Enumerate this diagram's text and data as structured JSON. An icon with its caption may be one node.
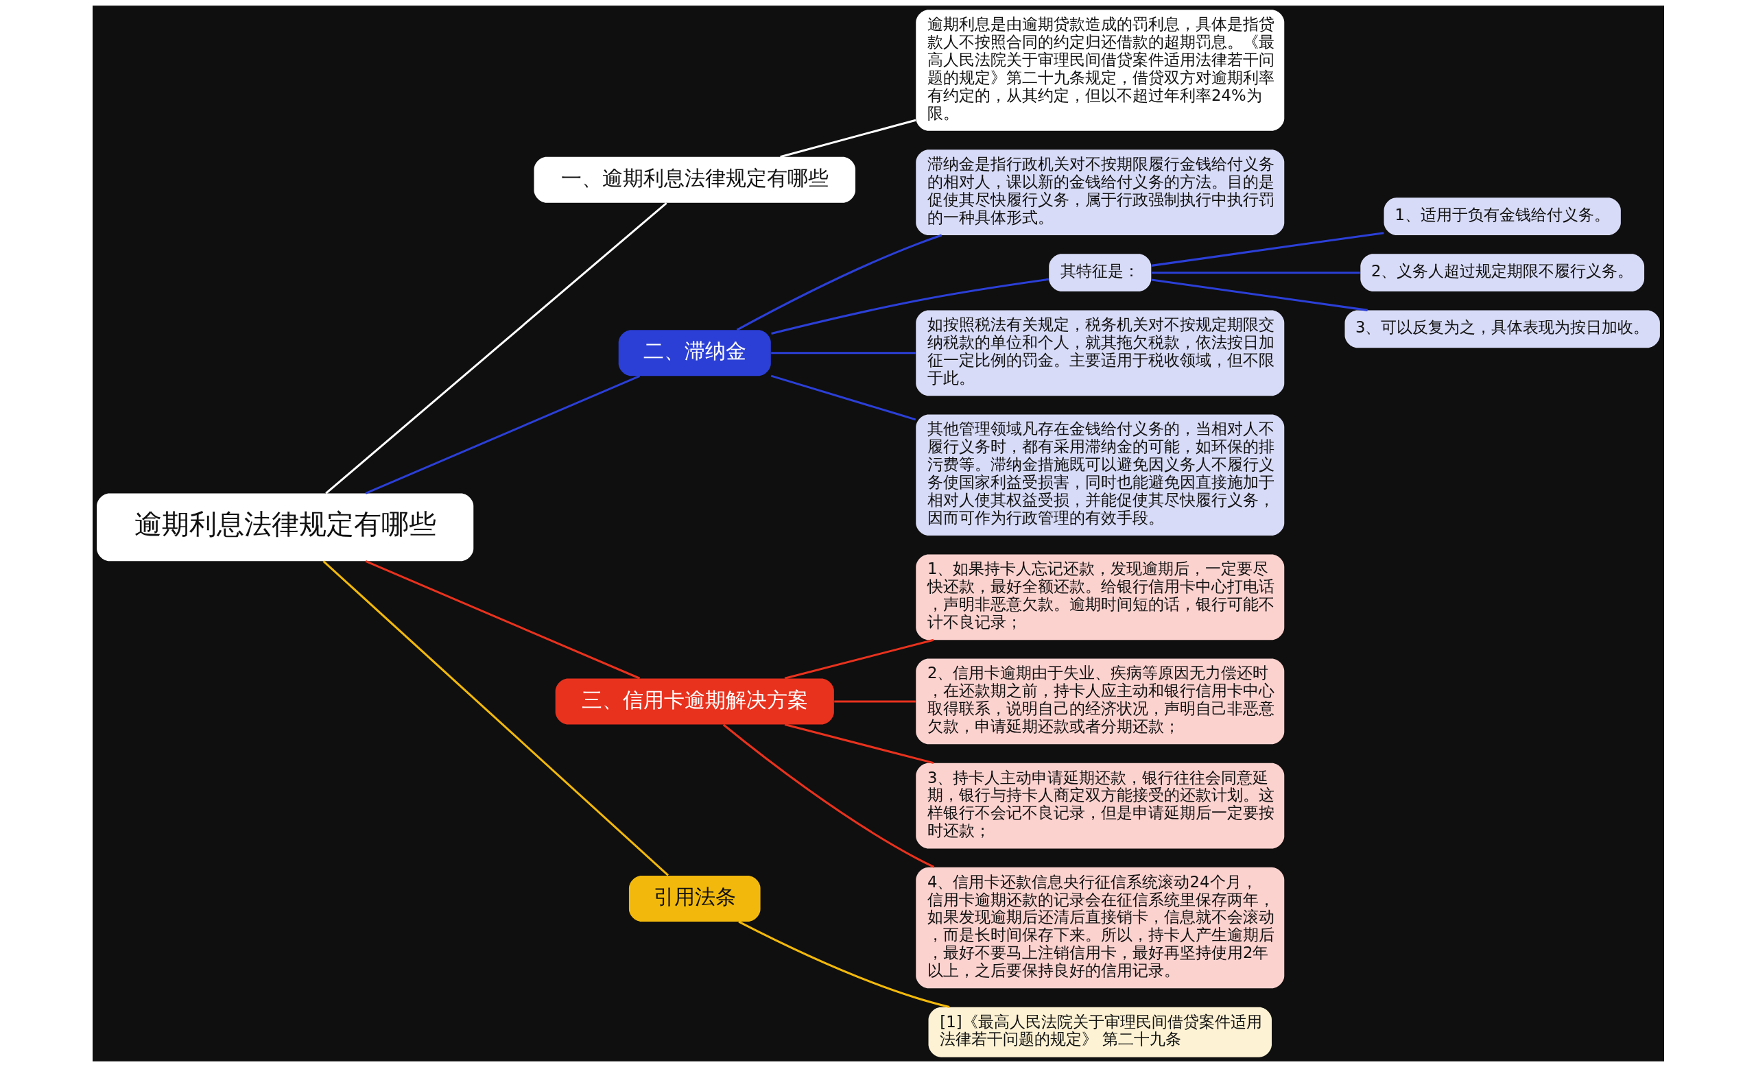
{
  "diagram": {
    "nodes": [
      {
        "text": [
          "逾期利息法律规定有哪些"
        ]
      },
      {
        "text": [
          "一、逾期利息法律规定有哪些"
        ]
      },
      {
        "text": [
          "逾期利息是由逾期贷款造成的罚利息，具体是指贷款人不按照合同的约定归还借款的超期罚息。《最高人民法院关于审理民间借贷案件适用法律若干问题的规定》第二十九条规定，借贷双方对逾期利率有约定的，从其约定，但以不超过年利率24%为限。"
        ]
      },
      {
        "text": [
          "二、滞纳金"
        ]
      },
      {
        "text": [
          "滞纳金是指行政机关对不按期限履行金钱给付义务的相对人，课以新的金钱给付义务的方法。目的是促使其尽快履行义务，属于行政强制执行中执行罚的一种具体形式。"
        ]
      },
      {
        "text": [
          "其特征是："
        ]
      },
      {
        "text": [
          "1、适用于负有金钱给付义务。"
        ]
      },
      {
        "text": [
          "2、义务人超过规定期限不履行义务。"
        ]
      },
      {
        "text": [
          "3、可以反复为之，具体表现为按日加收。"
        ]
      },
      {
        "text": [
          "如按照税法有关规定，税务机关对不按规定期限交纳税款的单位和个人，就其拖欠税款，依法按日加征一定比例的罚金。主要适用于税收领域，但不限于此。"
        ]
      },
      {
        "text": [
          "其他管理领域凡存在金钱给付义务的，当相对人不履行义务时，都有采用滞纳金的可能，如环保的排污费等。滞纳金措施既可以避免因义务人不履行义务使国家利益受损害，同时也能避免因直接施加于相对人使其权益受损，并能促使其尽快履行义务，因而可作为行政管理的有效手段。"
        ]
      },
      {
        "text": [
          "三、信用卡逾期解决方案"
        ]
      },
      {
        "text": [
          "1、如果持卡人忘记还款，发现逾期后，一定要尽快还款，最好全额还款。给银行信用卡中心打电话，声明非恶意欠款。逾期时间短的话，银行可能不计不良记录；"
        ]
      },
      {
        "text": [
          "2、信用卡逾期由于失业、疾病等原因无力偿还时，在还款期之前，持卡人应主动和银行信用卡中心取得联系，说明自己的经济状况，声明自己非恶意欠款，申请延期还款或者分期还款；"
        ]
      },
      {
        "text": [
          "3、持卡人主动申请延期还款，银行往往会同意延期，银行与持卡人商定双方能接受的还款计划。这样银行不会记不良记录，但是申请延期后一定要按时还款；"
        ]
      },
      {
        "text": [
          "4、信用卡还款信息央行征信系统滚动24个月，信用卡逾期还款的记录会在征信系统里保存两年，如果发现逾期后还清后直接销卡，信息就不会滚动，而是长时间保存下来。所以，持卡人产生逾期后，最好不要马上注销信用卡，最好再坚持使用2年以上，之后要保持良好的信用记录。"
        ]
      },
      {
        "text": [
          "引用法条"
        ]
      },
      {
        "text": [
          "[1]《最高人民法院关于审理民间借贷案件适用法律若干问题的规定》 第二十九条"
        ]
      }
    ],
    "edges": [
      {
        "from": 0,
        "to": 1,
        "arrow": "none",
        "color": "#ffffff"
      },
      {
        "from": 1,
        "to": 2,
        "arrow": "none",
        "color": "#ffffff"
      },
      {
        "from": 0,
        "to": 3,
        "arrow": "none",
        "color": "#2b3fd6"
      },
      {
        "from": 3,
        "to": 4,
        "arrow": "none",
        "color": "#2b3fd6"
      },
      {
        "from": 3,
        "to": 5,
        "arrow": "none",
        "color": "#2b3fd6"
      },
      {
        "from": 5,
        "to": 6,
        "arrow": "none",
        "color": "#2b3fd6"
      },
      {
        "from": 5,
        "to": 7,
        "arrow": "none",
        "color": "#2b3fd6"
      },
      {
        "from": 5,
        "to": 8,
        "arrow": "none",
        "color": "#2b3fd6"
      },
      {
        "from": 3,
        "to": 9,
        "arrow": "none",
        "color": "#2b3fd6"
      },
      {
        "from": 3,
        "to": 10,
        "arrow": "none",
        "color": "#2b3fd6"
      },
      {
        "from": 0,
        "to": 11,
        "arrow": "none",
        "color": "#e8321e"
      },
      {
        "from": 11,
        "to": 12,
        "arrow": "none",
        "color": "#e8321e"
      },
      {
        "from": 11,
        "to": 13,
        "arrow": "none",
        "color": "#e8321e"
      },
      {
        "from": 11,
        "to": 14,
        "arrow": "none",
        "color": "#e8321e"
      },
      {
        "from": 11,
        "to": 15,
        "arrow": "none",
        "color": "#e8321e"
      },
      {
        "from": 0,
        "to": 16,
        "arrow": "none",
        "color": "#f2b90c"
      },
      {
        "from": 16,
        "to": 17,
        "arrow": "none",
        "color": "#f2b90c"
      }
    ]
  }
}
